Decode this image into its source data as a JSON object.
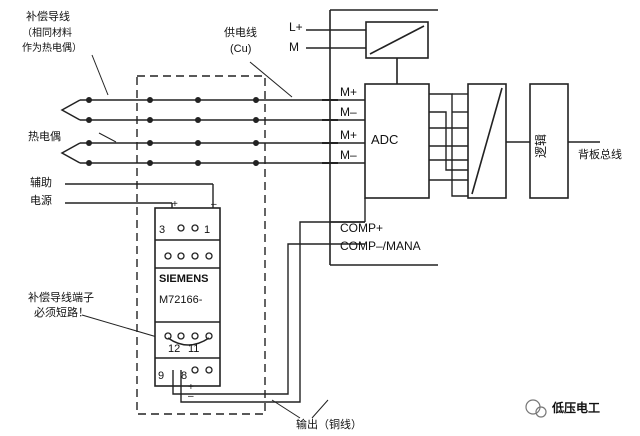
{
  "left_labels": {
    "comp_wire_line1": "补偿导线",
    "comp_wire_line2": "（相同材料",
    "comp_wire_line3": "作为热电偶）",
    "thermocouple": "热电偶",
    "aux_power_line1": "辅助",
    "aux_power_line2": "电源",
    "short_note_line1": "补偿导线端子",
    "short_note_line2": "必须短路！"
  },
  "supply_wire": {
    "line1": "供电线",
    "line2": "(Cu)"
  },
  "module_terminals": {
    "power_plus": "L+",
    "power_minus": "M",
    "ch_a_plus": "M+",
    "ch_a_minus": "M–",
    "ch_b_plus": "M+",
    "ch_b_minus": "M–",
    "comp_plus": "COMP+",
    "comp_mana": "COMP–/MANA"
  },
  "adc_label": "ADC",
  "logic_label": "逻辑",
  "backplane_label": "背板总线",
  "comp_box": {
    "brand": "SIEMENS",
    "model": "M72166-",
    "plus_sign": "+",
    "minus_sign": "–",
    "pin3": "3",
    "pin1": "1",
    "pin12": "12",
    "pin11": "11",
    "pin9": "9",
    "pin8": "8",
    "out_plus": "+",
    "out_minus": "–"
  },
  "output_wire": "输出（铜线）",
  "watermark": "低压电工"
}
